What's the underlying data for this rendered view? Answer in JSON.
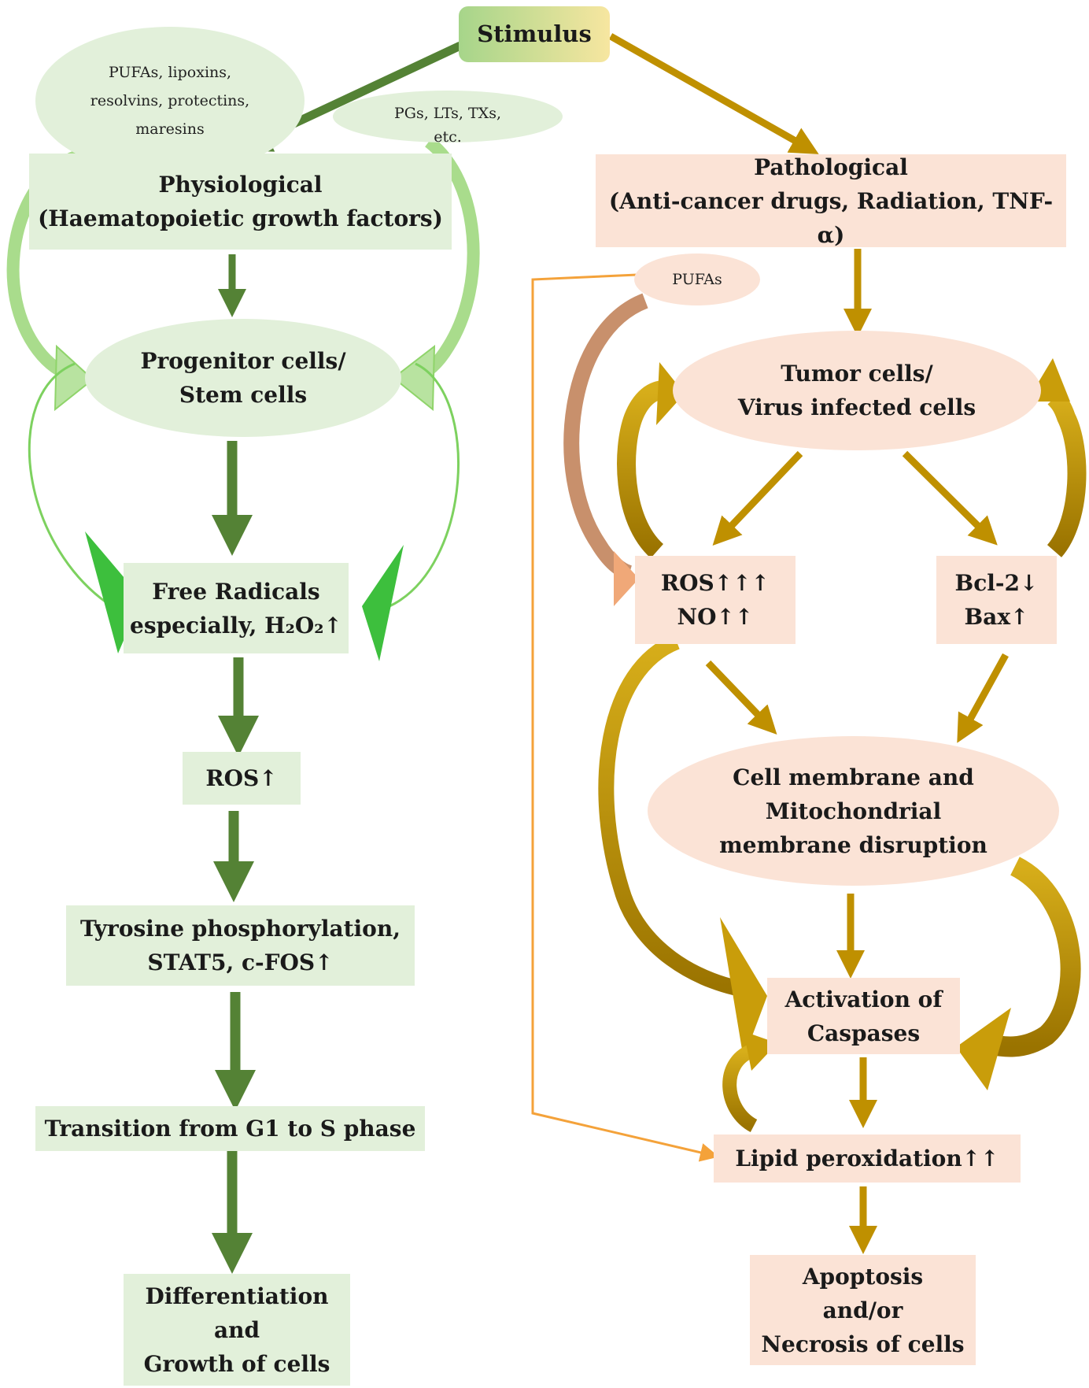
{
  "stimulus": "Stimulus",
  "left": {
    "mediators": [
      "PUFAs, lipoxins,",
      "resolvins, protectins,",
      "maresins"
    ],
    "eicosanoids": [
      "PGs, LTs, TXs,",
      "etc."
    ],
    "physiological": [
      "Physiological",
      "(Haematopoietic growth factors)"
    ],
    "progenitor": [
      "Progenitor cells/",
      "Stem cells"
    ],
    "free_radicals": [
      "Free Radicals",
      "especially, H₂O₂↑"
    ],
    "ros": "ROS↑",
    "tyrosine": [
      "Tyrosine phosphorylation,",
      "STAT5, c-FOS↑"
    ],
    "transition": "Transition from G1 to S phase",
    "differentiation": [
      "Differentiation",
      "and",
      "Growth of cells"
    ]
  },
  "right": {
    "pathological": [
      "Pathological",
      "(Anti-cancer drugs, Radiation, TNF-α)"
    ],
    "pufas": "PUFAs",
    "tumor": [
      "Tumor cells/",
      "Virus infected cells"
    ],
    "ros_no": [
      "ROS↑↑↑",
      "NO↑↑"
    ],
    "bcl": [
      "Bcl-2↓",
      "Bax↑"
    ],
    "membrane": [
      "Cell membrane and",
      "Mitochondrial",
      "membrane disruption"
    ],
    "caspases": [
      "Activation of",
      "Caspases"
    ],
    "lipid": "Lipid peroxidation↑↑",
    "apoptosis": [
      "Apoptosis",
      "and/or",
      "Necrosis of cells"
    ]
  },
  "colors": {
    "green_box": "#e2f0da",
    "green_arrow": "#548235",
    "light_green_arrow": "#8fd46a",
    "bright_green": "#3dbf3d",
    "peach_box": "#fbe3d6",
    "gold_arrow": "#bf9000",
    "orange_line": "#f4a23a"
  }
}
